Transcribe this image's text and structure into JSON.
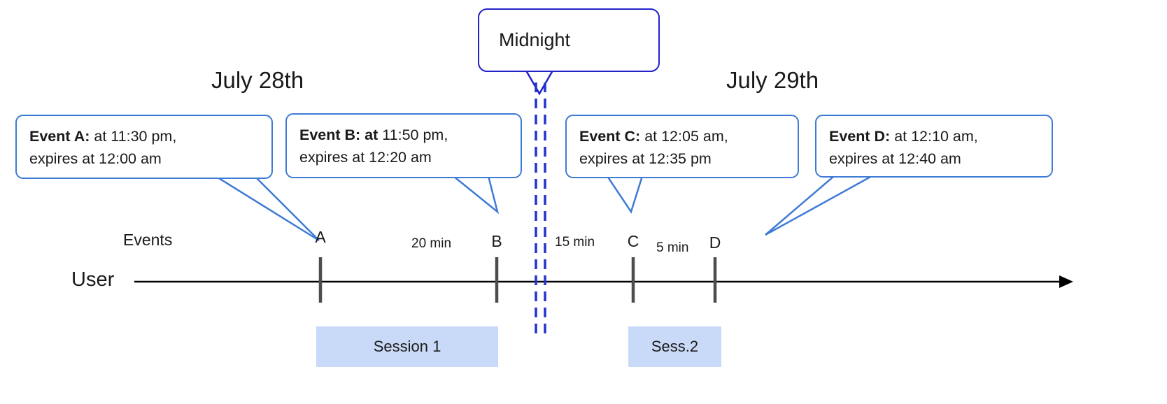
{
  "diagram": {
    "title_context": "User events timeline across midnight",
    "dates": {
      "left": "July 28th",
      "right": "July 29th"
    },
    "midnight_callout": {
      "label": "Midnight"
    },
    "axis": {
      "events_label": "Events",
      "user_label": "User"
    },
    "callouts": [
      {
        "id": "A",
        "bold": "Event A:",
        "line1_rest": " at 11:30 pm,",
        "line2": "expires at 12:00 am"
      },
      {
        "id": "B",
        "bold": "Event B: at",
        "line1_rest": " 11:50 pm,",
        "line2": "expires at 12:20 am"
      },
      {
        "id": "C",
        "bold": "Event C:",
        "line1_rest": " at 12:05 am,",
        "line2": "expires at 12:35 pm"
      },
      {
        "id": "D",
        "bold": "Event D:",
        "line1_rest": "  at 12:10 am,",
        "line2": "expires at 12:40 am"
      }
    ],
    "ticks": [
      {
        "label": "A"
      },
      {
        "label": "B"
      },
      {
        "label": "C"
      },
      {
        "label": "D"
      }
    ],
    "intervals": [
      {
        "label": "20 min"
      },
      {
        "label": "15 min"
      },
      {
        "label": "5 min"
      }
    ],
    "sessions": [
      {
        "label": "Session 1"
      },
      {
        "label": "Sess.2"
      }
    ],
    "colors": {
      "callout_border": "#3e7bd6",
      "midnight_border": "#2222c8",
      "midnight_dashed_line": "#2433cf",
      "session_fill": "#c9daf8",
      "tick": "#4d4d4d",
      "timeline": "#000000"
    }
  }
}
